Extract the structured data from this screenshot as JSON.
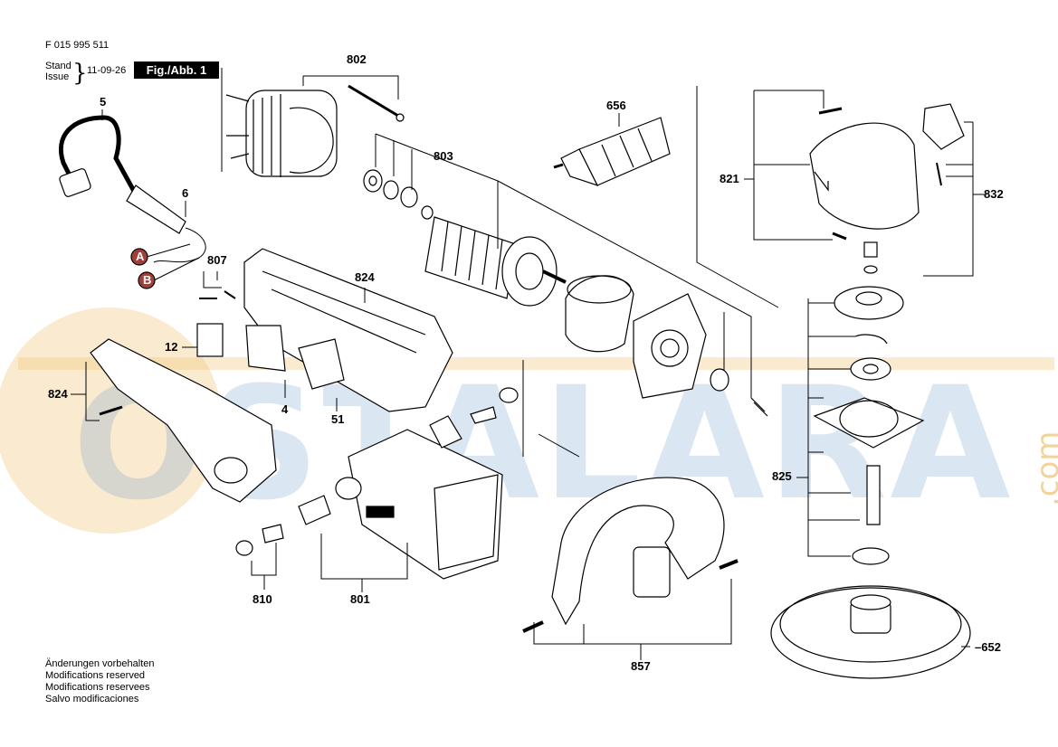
{
  "header": {
    "doc_number": "F 015 995 511",
    "stand_label": "Stand",
    "issue_label": "Issue",
    "date": "11-09-26",
    "figure_label": "Fig./Abb. 1"
  },
  "watermark": {
    "text": "OSTALARA",
    "suffix": ".com",
    "colors": {
      "letters": "#5b8fc9",
      "circle": "#f2c779"
    }
  },
  "part_numbers": {
    "p5": "5",
    "p6": "6",
    "pA": "A",
    "pB": "B",
    "p807": "807",
    "p12": "12",
    "p4": "4",
    "p51": "51",
    "p824a": "824",
    "p824b": "824",
    "p802": "802",
    "p803": "803",
    "p656": "656",
    "p821": "821",
    "p832": "832",
    "p825": "825",
    "p652": "–652",
    "p857": "857",
    "p801": "801",
    "p810": "810"
  },
  "footer": {
    "lines": [
      "Änderungen vorbehalten",
      "Modifications reserved",
      "Modifications reservees",
      "Salvo modificaciones"
    ]
  }
}
